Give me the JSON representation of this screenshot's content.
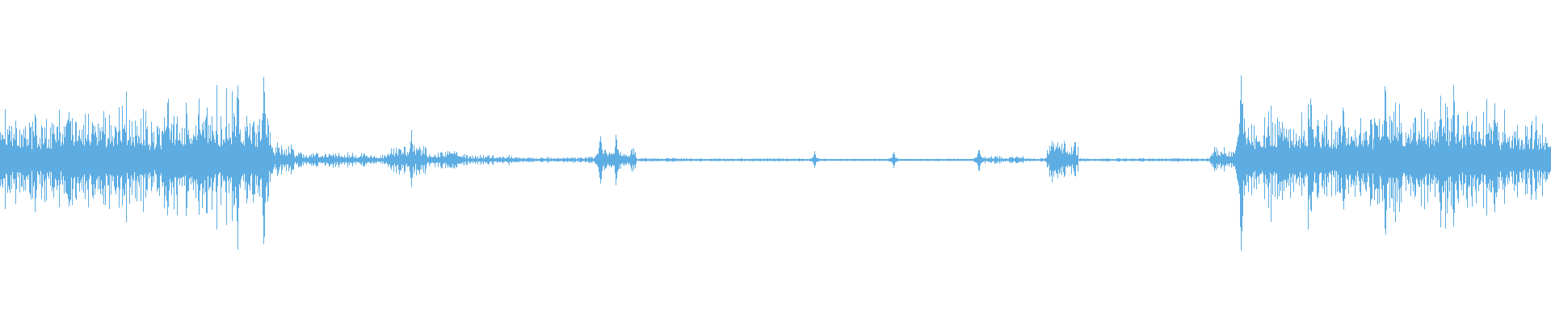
{
  "waveform": {
    "color": "#5dade2",
    "background": "#ffffff",
    "duration_fraction_samples": 1920,
    "envelope_segments": [
      {
        "from": 0.0,
        "to": 0.04,
        "amp": 0.33
      },
      {
        "from": 0.04,
        "to": 0.085,
        "amp": 0.4
      },
      {
        "from": 0.085,
        "to": 0.11,
        "amp": 0.32
      },
      {
        "from": 0.11,
        "to": 0.14,
        "amp": 0.45
      },
      {
        "from": 0.14,
        "to": 0.175,
        "amp": 0.38
      },
      {
        "from": 0.175,
        "to": 0.19,
        "amp": 0.14
      },
      {
        "from": 0.19,
        "to": 0.235,
        "amp": 0.06
      },
      {
        "from": 0.235,
        "to": 0.25,
        "amp": 0.04
      },
      {
        "from": 0.25,
        "to": 0.275,
        "amp": 0.12
      },
      {
        "from": 0.275,
        "to": 0.3,
        "amp": 0.07
      },
      {
        "from": 0.3,
        "to": 0.33,
        "amp": 0.04
      },
      {
        "from": 0.33,
        "to": 0.385,
        "amp": 0.025
      },
      {
        "from": 0.385,
        "to": 0.41,
        "amp": 0.09
      },
      {
        "from": 0.41,
        "to": 0.45,
        "amp": 0.015
      },
      {
        "from": 0.45,
        "to": 0.52,
        "amp": 0.012
      },
      {
        "from": 0.52,
        "to": 0.575,
        "amp": 0.01
      },
      {
        "from": 0.575,
        "to": 0.63,
        "amp": 0.01
      },
      {
        "from": 0.63,
        "to": 0.66,
        "amp": 0.03
      },
      {
        "from": 0.66,
        "to": 0.675,
        "amp": 0.015
      },
      {
        "from": 0.675,
        "to": 0.695,
        "amp": 0.14
      },
      {
        "from": 0.695,
        "to": 0.78,
        "amp": 0.015
      },
      {
        "from": 0.78,
        "to": 0.8,
        "amp": 0.1
      },
      {
        "from": 0.8,
        "to": 0.85,
        "amp": 0.36
      },
      {
        "from": 0.85,
        "to": 0.89,
        "amp": 0.34
      },
      {
        "from": 0.89,
        "to": 0.93,
        "amp": 0.42
      },
      {
        "from": 0.93,
        "to": 0.965,
        "amp": 0.4
      },
      {
        "from": 0.965,
        "to": 1.0,
        "amp": 0.3
      }
    ],
    "spikes": [
      {
        "at": 0.044,
        "amp": 0.55
      },
      {
        "at": 0.08,
        "amp": 0.45
      },
      {
        "at": 0.108,
        "amp": 0.7
      },
      {
        "at": 0.128,
        "amp": 0.6
      },
      {
        "at": 0.153,
        "amp": 0.95
      },
      {
        "at": 0.17,
        "amp": 0.95
      },
      {
        "at": 0.265,
        "amp": 0.3
      },
      {
        "at": 0.387,
        "amp": 0.28
      },
      {
        "at": 0.397,
        "amp": 0.25
      },
      {
        "at": 0.525,
        "amp": 0.08
      },
      {
        "at": 0.576,
        "amp": 0.08
      },
      {
        "at": 0.631,
        "amp": 0.12
      },
      {
        "at": 0.678,
        "amp": 0.22
      },
      {
        "at": 0.686,
        "amp": 0.18
      },
      {
        "at": 0.799,
        "amp": 0.4
      },
      {
        "at": 0.8,
        "amp": 0.98
      },
      {
        "at": 0.845,
        "amp": 0.65
      },
      {
        "at": 0.866,
        "amp": 0.62
      },
      {
        "at": 0.893,
        "amp": 0.88
      },
      {
        "at": 0.937,
        "amp": 0.8
      },
      {
        "at": 0.99,
        "amp": 0.45
      }
    ]
  }
}
